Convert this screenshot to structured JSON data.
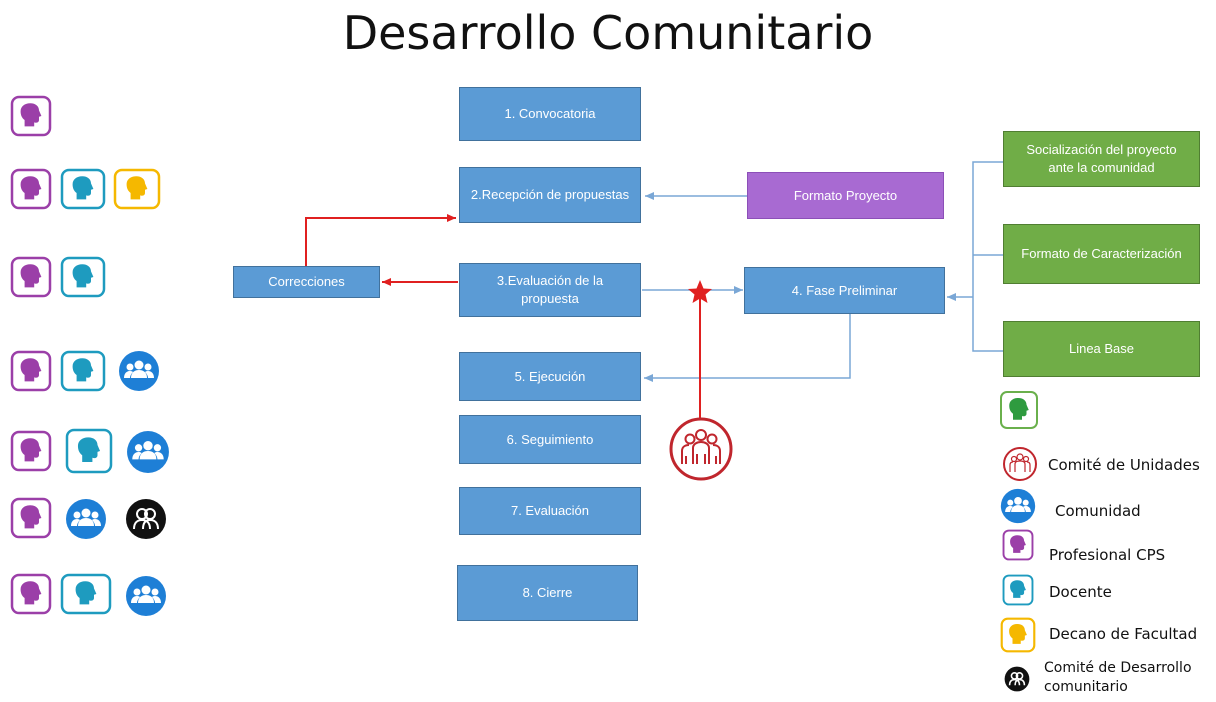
{
  "title": "Desarrollo Comunitario",
  "boxes": {
    "convocatoria": "1. Convocatoria",
    "recepcion": "2.Recepción de propuestas",
    "evaluacion_propuesta": "3.Evaluación de la propuesta",
    "ejecucion": "5. Ejecución",
    "seguimiento": "6. Seguimiento",
    "evaluacion": "7. Evaluación",
    "cierre": "8. Cierre",
    "correcciones": "Correcciones",
    "formato_proyecto": "Formato Proyecto",
    "fase_preliminar": "4. Fase Preliminar",
    "socializacion": "Socialización del proyecto ante la comunidad",
    "formato_caracterizacion": "Formato de Caracterización",
    "linea_base": "Linea Base"
  },
  "legend": {
    "comite_unidades": "Comité de Unidades",
    "comunidad": "Comunidad",
    "profesional": "Profesional CPS",
    "docente": "Docente",
    "decano": "Decano de Facultad",
    "comite_desarrollo_line1": "Comité de Desarrollo",
    "comite_desarrollo_line2": "comunitario"
  },
  "icon_rows": [
    [
      "profesional-icon"
    ],
    [
      "profesional-icon",
      "docente-icon",
      "decano-icon"
    ],
    [
      "profesional-icon",
      "docente-icon"
    ],
    [
      "profesional-icon",
      "docente-icon",
      "comunidad-icon"
    ],
    [
      "profesional-icon",
      "docente-icon",
      "comunidad-icon"
    ],
    [
      "profesional-icon",
      "comunidad-icon",
      "comite-desarrollo-icon"
    ],
    [
      "profesional-icon",
      "docente-icon",
      "comunidad-icon"
    ]
  ],
  "colors": {
    "box_blue": "#5b9bd5",
    "box_purple": "#a86ad2",
    "box_green": "#70ad47",
    "arrow_red": "#e02020",
    "connector_blue": "#7aa7d6",
    "profesional": "#9b3fa8",
    "docente": "#1e9bbf",
    "decano": "#f5b800",
    "comunidad": "#1e7fd6",
    "comite_unidades": "#c0262d"
  }
}
